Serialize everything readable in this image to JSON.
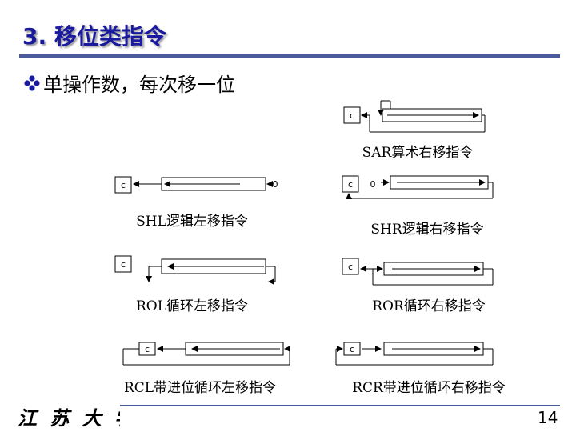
{
  "title": "3. 移位类指令",
  "bullet_text": "单操作数，每次移一位",
  "diagrams": {
    "sar": {
      "caption": "SAR算术右移指令",
      "flag": "c"
    },
    "shl": {
      "caption": "SHL逻辑左移指令",
      "flag": "c",
      "fill": "0"
    },
    "shr": {
      "caption": "SHR逻辑右移指令",
      "flag": "c",
      "fill": "0"
    },
    "rol": {
      "caption": "ROL循环左移指令",
      "flag": "c"
    },
    "ror": {
      "caption": "ROR循环右移指令",
      "flag": "c"
    },
    "rcl": {
      "caption": "RCL带进位循环左移指令",
      "flag": "c"
    },
    "rcr": {
      "caption": "RCR带进位循环右移指令",
      "flag": "c"
    }
  },
  "logo_text": "江 苏 大 学",
  "page_number": "14",
  "colors": {
    "title": "#1a1a9e",
    "rule": "#4a5a9a",
    "bullet": "#1a1a9e"
  }
}
